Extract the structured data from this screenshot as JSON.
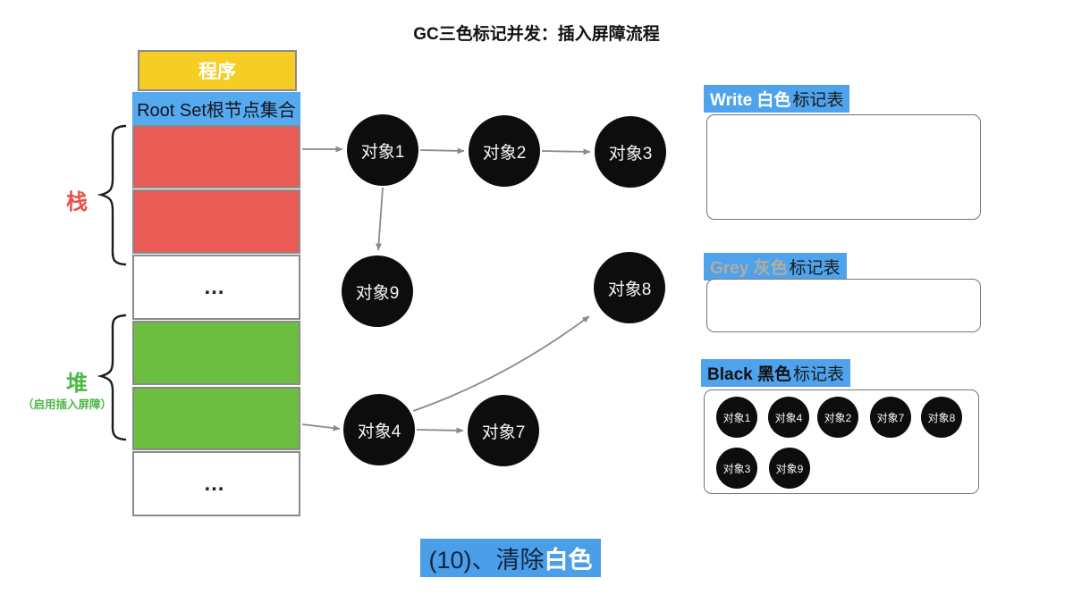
{
  "title": "GC三色标记并发：插入屏障流程",
  "memory": {
    "program_label": "程序",
    "root_set_label": "Root Set根节点集合",
    "stack_label": "栈",
    "heap_label": "堆",
    "heap_sublabel": "（启用插入屏障）",
    "ellipsis": "…"
  },
  "graph": {
    "nodes": [
      {
        "id": "obj1",
        "label": "对象1"
      },
      {
        "id": "obj2",
        "label": "对象2"
      },
      {
        "id": "obj3",
        "label": "对象3"
      },
      {
        "id": "obj9",
        "label": "对象9"
      },
      {
        "id": "obj8",
        "label": "对象8"
      },
      {
        "id": "obj4",
        "label": "对象4"
      },
      {
        "id": "obj7",
        "label": "对象7"
      }
    ],
    "edges": [
      {
        "from": "栈",
        "to": "对象1"
      },
      {
        "from": "对象1",
        "to": "对象2"
      },
      {
        "from": "对象2",
        "to": "对象3"
      },
      {
        "from": "对象1",
        "to": "对象9"
      },
      {
        "from": "堆",
        "to": "对象4"
      },
      {
        "from": "对象4",
        "to": "对象7"
      },
      {
        "from": "对象4",
        "to": "对象8"
      }
    ]
  },
  "tables": {
    "white": {
      "title_highlight": "Write 白色",
      "title_rest": "标记表",
      "items": []
    },
    "grey": {
      "title_highlight": "Grey 灰色",
      "title_rest": "标记表",
      "items": []
    },
    "black": {
      "title_highlight": "Black 黑色",
      "title_rest": "标记表",
      "items": [
        "对象1",
        "对象4",
        "对象2",
        "对象7",
        "对象8",
        "对象3",
        "对象9"
      ]
    }
  },
  "caption": {
    "prefix": "(10)、清除",
    "highlight": "白色"
  },
  "colors": {
    "highlight_blue": "#4FA3EC",
    "root_set_blue": "#55A9EE",
    "program_yellow": "#F5CD25",
    "stack_red": "#E85C55",
    "heap_green": "#6BBE3F",
    "node_black": "#0D0D0D",
    "stack_label_red": "#E8524D",
    "heap_label_green": "#4BB847",
    "grey_label": "#B5AB9F",
    "caption_blue": "#4A9FE8",
    "arrow_grey": "#8A8A8A"
  }
}
